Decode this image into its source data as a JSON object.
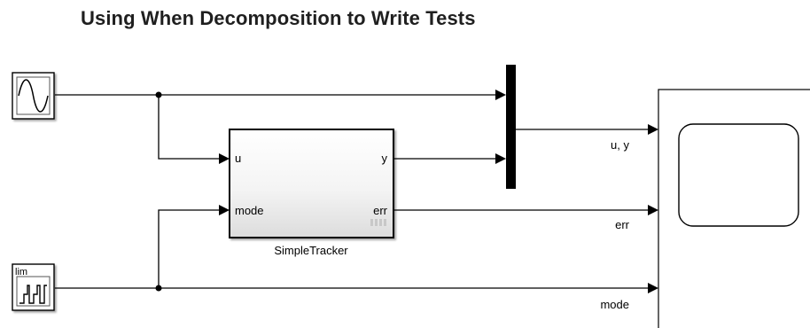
{
  "title": "Using When Decomposition to Write Tests",
  "blocks": {
    "sine_wave": {
      "icon": "sine-wave-icon"
    },
    "signal_editor": {
      "label": "lim",
      "icon": "step-signal-icon"
    },
    "simple_tracker": {
      "name": "SimpleTracker",
      "ports": {
        "u": "u",
        "mode": "mode",
        "y": "y",
        "err": "err"
      }
    },
    "mux": {
      "icon": "mux-bar"
    },
    "scope": {
      "icon": "scope-screen-icon"
    }
  },
  "signals": {
    "u_y": "u, y",
    "err": "err",
    "mode": "mode"
  },
  "colors": {
    "line": "#000000",
    "block_border": "#000000",
    "subsystem_gradient_top": "#ffffff",
    "subsystem_gradient_bottom": "#e0e0e0",
    "title": "#1f1f1f"
  }
}
